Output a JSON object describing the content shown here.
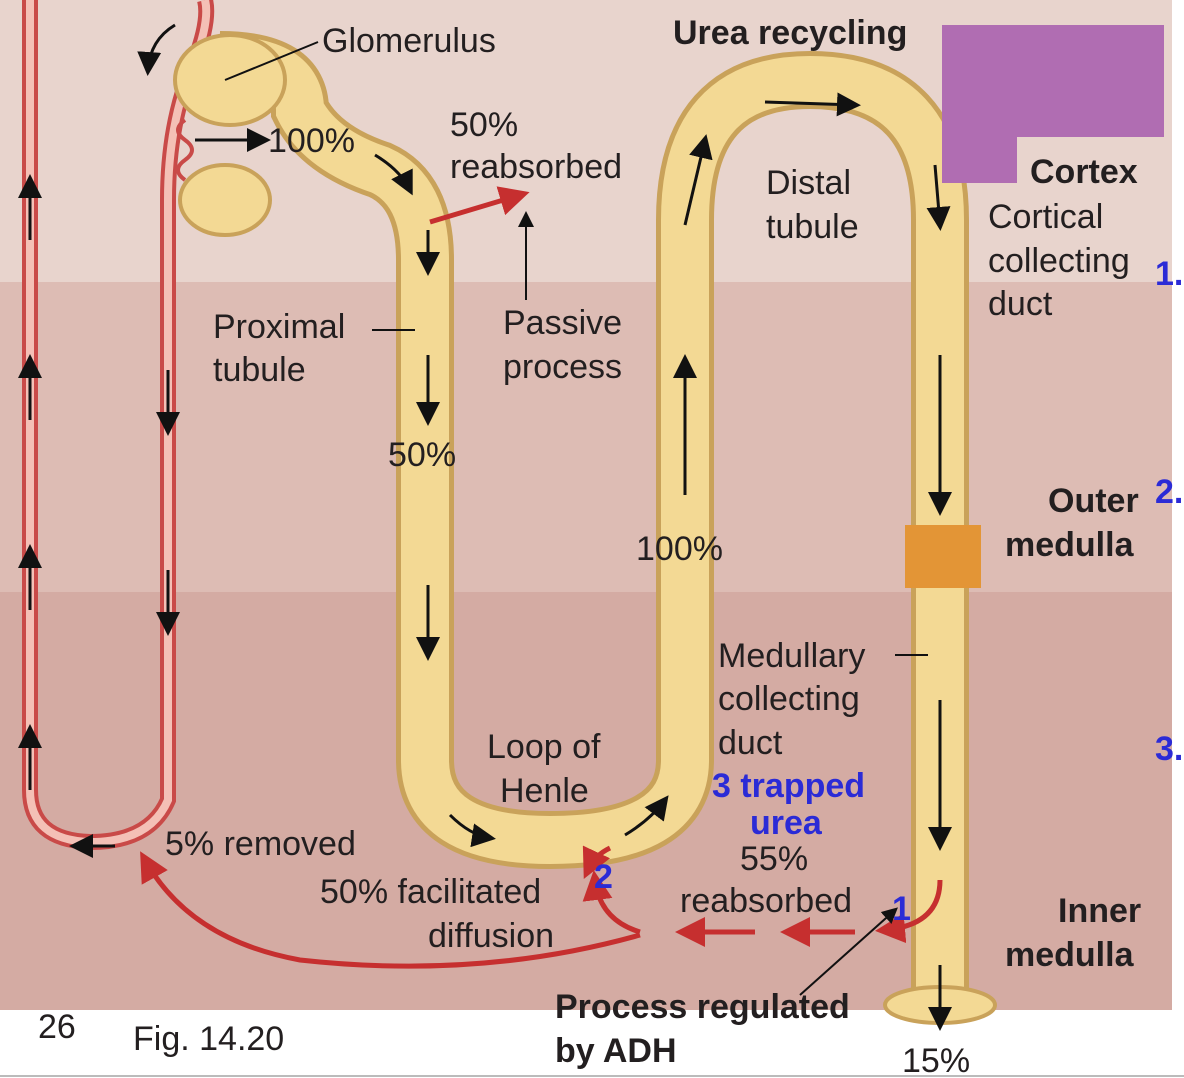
{
  "labels": {
    "glomerulus": "Glomerulus",
    "title": "Urea recycling",
    "pct_100_top": "100%",
    "reabsorbed_50_a": "50%",
    "reabsorbed_50_b": "reabsorbed",
    "distal_a": "Distal",
    "distal_b": "tubule",
    "cortex": "Cortex",
    "cortical_a": "Cortical",
    "cortical_b": "collecting",
    "cortical_c": "duct",
    "proximal_a": "Proximal",
    "proximal_b": "tubule",
    "passive_a": "Passive",
    "passive_b": "process",
    "pct_50": "50%",
    "outer_a": "Outer",
    "outer_b": "medulla",
    "pct_100_loop": "100%",
    "medullary_a": "Medullary",
    "medullary_b": "collecting",
    "medullary_c": "duct",
    "loop_a": "Loop of",
    "loop_b": "Henle",
    "trapped_a": "3 trapped",
    "trapped_b": "urea",
    "removed": "5% removed",
    "reabs55_a": "55%",
    "reabs55_b": "reabsorbed",
    "facil_a": "50% facilitated",
    "facil_b": "diffusion",
    "inner_a": "Inner",
    "inner_b": "medulla",
    "adh_a": "Process regulated",
    "adh_b": "by ADH",
    "pct_15": "15%",
    "marker_1": "1",
    "marker_2": "2",
    "side_1": "1.",
    "side_2": "2.",
    "side_3": "3.",
    "slide_number": "26",
    "figure_ref": "Fig. 14.20"
  },
  "colors": {
    "cortex_bg": "#e8d4cd",
    "outer_medulla_bg": "#ddbcb4",
    "inner_medulla_bg": "#d4aba3",
    "tubule": "#f3d994",
    "vessel": "#c94a48",
    "redaction_purple": "#b06db2",
    "redaction_orange": "#e39536",
    "annotation_blue": "#2b2bd6"
  }
}
